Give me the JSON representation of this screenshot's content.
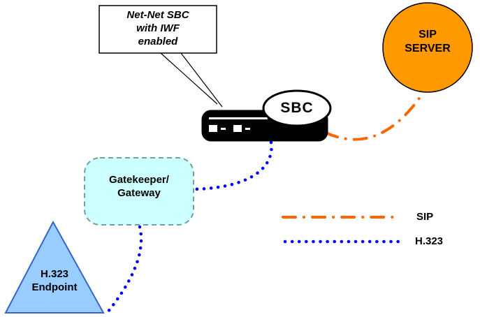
{
  "diagram": {
    "callout": {
      "text": "Net-Net SBC\nwith IWF\nenabled"
    },
    "sip_server": {
      "label": "SIP\nSERVER"
    },
    "sbc_device": {
      "label": "SBC"
    },
    "gatekeeper": {
      "label": "Gatekeeper/\nGateway"
    },
    "h323_endpoint": {
      "label": "H.323\nEndpoint"
    },
    "legend": {
      "sip_label": "SIP",
      "h323_label": "H.323"
    },
    "colors": {
      "sip_line": "#FF6600",
      "h323_line": "#0000FF",
      "sip_server_fill": "#FF9900",
      "gatekeeper_fill": "#CCFFFF",
      "endpoint_fill": "#99CCFF"
    }
  }
}
